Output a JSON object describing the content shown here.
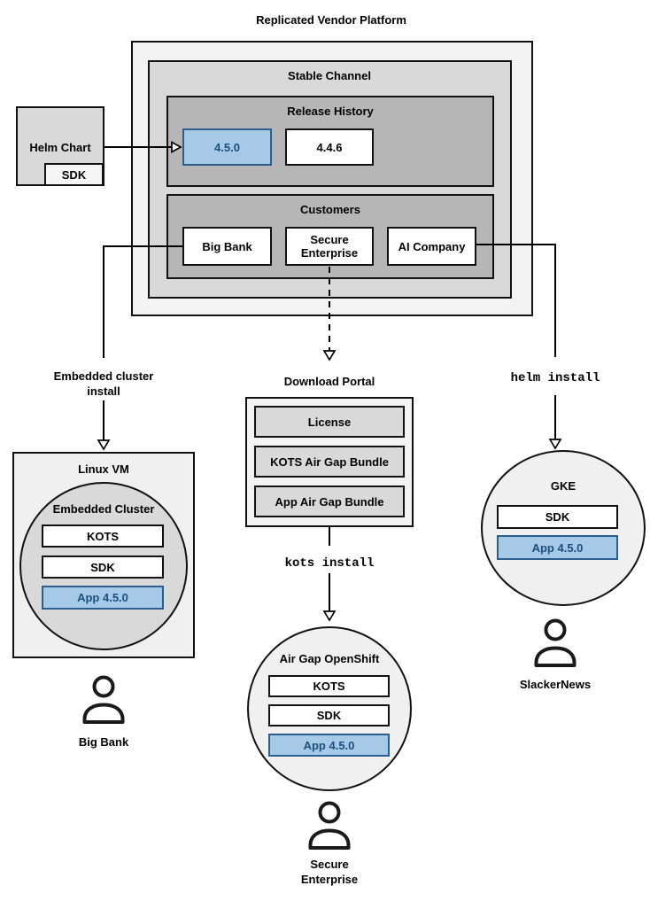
{
  "title": "Replicated Vendor Platform",
  "highlighted_release": "4.5.0",
  "colors": {
    "highlight_fill": "#a6c9e8",
    "highlight_border": "#2b5d8d",
    "highlight_text": "#1b4f7e",
    "gray_light": "#f3f3f3",
    "gray_mid": "#d9d9d9",
    "gray_dark": "#b6b6b6"
  },
  "stable_channel": {
    "title": "Stable Channel"
  },
  "release_history": {
    "title": "Release History",
    "releases": [
      "4.5.0",
      "4.4.6"
    ]
  },
  "customers": {
    "title": "Customers",
    "items": [
      "Big Bank",
      "Secure Enterprise",
      "AI Company"
    ]
  },
  "helm_chart": {
    "title": "Helm Chart",
    "sdk": "SDK"
  },
  "edge_labels": {
    "embedded_cluster_install": "Embedded cluster install",
    "helm_install": "helm install",
    "kots_install": "kots install"
  },
  "download_portal": {
    "title": "Download Portal",
    "items": [
      "License",
      "KOTS Air Gap Bundle",
      "App Air Gap Bundle"
    ]
  },
  "big_bank_env": {
    "vm_title": "Linux VM",
    "cluster_title": "Embedded Cluster",
    "components": [
      "KOTS",
      "SDK",
      "App 4.5.0"
    ],
    "user": "Big Bank"
  },
  "secure_enterprise_env": {
    "cluster_title": "Air Gap OpenShift",
    "components": [
      "KOTS",
      "SDK",
      "App 4.5.0"
    ],
    "user": "Secure Enterprise"
  },
  "slackernews_env": {
    "cluster_title": "GKE",
    "components": [
      "SDK",
      "App 4.5.0"
    ],
    "user": "SlackerNews"
  }
}
